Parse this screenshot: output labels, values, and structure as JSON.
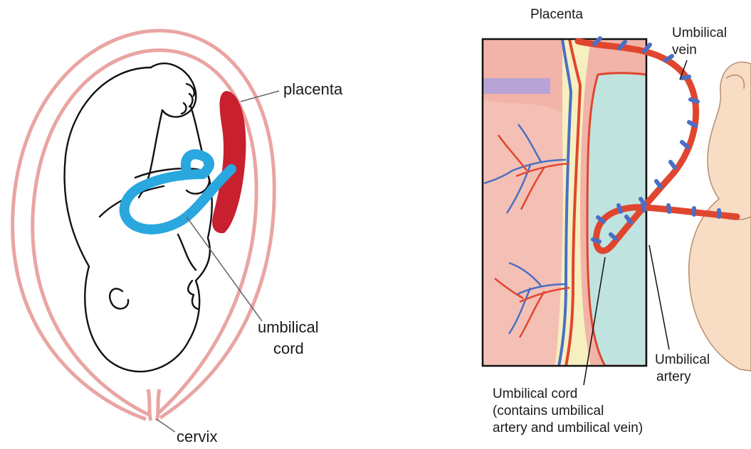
{
  "left_diagram": {
    "labels": {
      "placenta": "placenta",
      "umbilical_cord_line1": "umbilical",
      "umbilical_cord_line2": "cord",
      "cervix": "cervix"
    },
    "colors": {
      "uterus_outline": "#e9a5a3",
      "placenta": "#c8202f",
      "umbilical_cord": "#2aa7df",
      "fetus_outline": "#111111"
    }
  },
  "right_diagram": {
    "labels": {
      "placenta": "Placenta",
      "umbilical_vein_line1": "Umbilical",
      "umbilical_vein_line2": "vein",
      "umbilical_artery_line1": "Umbilical",
      "umbilical_artery_line2": "artery",
      "umbilical_cord_line1": "Umbilical cord",
      "umbilical_cord_line2": "(contains umbilical",
      "umbilical_cord_line3": "artery and umbilical vein)"
    },
    "colors": {
      "maternal_tissue": "#f2b3a9",
      "amniotic_sac": "#bfe3df",
      "vein_red": "#e0462e",
      "artery_blue": "#4a6fc4",
      "fetus_skin": "#f8dcc4",
      "membrane_yellow": "#f6efc0"
    }
  }
}
